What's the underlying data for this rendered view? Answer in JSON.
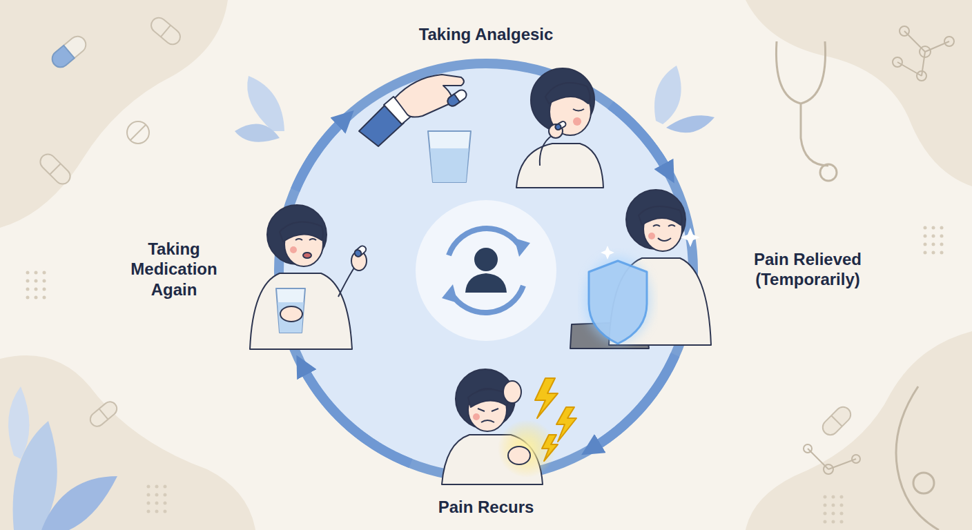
{
  "diagram": {
    "nodes": [
      {
        "text": [
          "Taking Analgesic"
        ]
      },
      {
        "text": [
          "Pain Relieved (Temporarily)"
        ]
      },
      {
        "text": [
          "Pain Recurs"
        ]
      },
      {
        "text": [
          "Taking Medication Again"
        ]
      }
    ],
    "edges": [
      {
        "from": 0,
        "to": 1,
        "arrow": "to"
      },
      {
        "from": 1,
        "to": 2,
        "arrow": "to"
      },
      {
        "from": 2,
        "to": 3,
        "arrow": "to"
      },
      {
        "from": 3,
        "to": 0,
        "arrow": "to"
      }
    ]
  }
}
